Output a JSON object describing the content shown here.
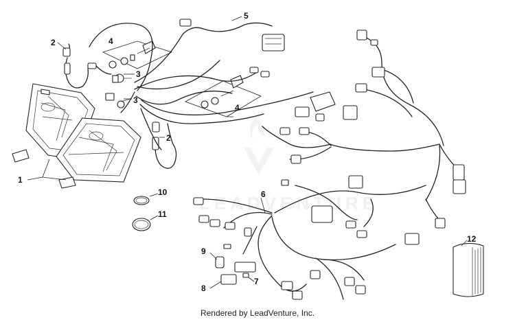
{
  "diagram": {
    "callouts": [
      {
        "id": "c1a",
        "text": "1"
      },
      {
        "id": "c2a",
        "text": "2"
      },
      {
        "id": "c2b",
        "text": "2"
      },
      {
        "id": "c3a",
        "text": "3"
      },
      {
        "id": "c3b",
        "text": "3"
      },
      {
        "id": "c4a",
        "text": "4"
      },
      {
        "id": "c4b",
        "text": "4"
      },
      {
        "id": "c5",
        "text": "5"
      },
      {
        "id": "c6",
        "text": "6"
      },
      {
        "id": "c7",
        "text": "7"
      },
      {
        "id": "c8",
        "text": "8"
      },
      {
        "id": "c9",
        "text": "9"
      },
      {
        "id": "c10",
        "text": "10"
      },
      {
        "id": "c11",
        "text": "11"
      },
      {
        "id": "c12",
        "text": "12"
      }
    ],
    "watermark": "LEADVENTURE"
  },
  "footer": {
    "credit": "Rendered by LeadVenture, Inc."
  },
  "colors": {
    "line": "#222222",
    "watermark": "#e4e4e4",
    "background": "#ffffff"
  }
}
